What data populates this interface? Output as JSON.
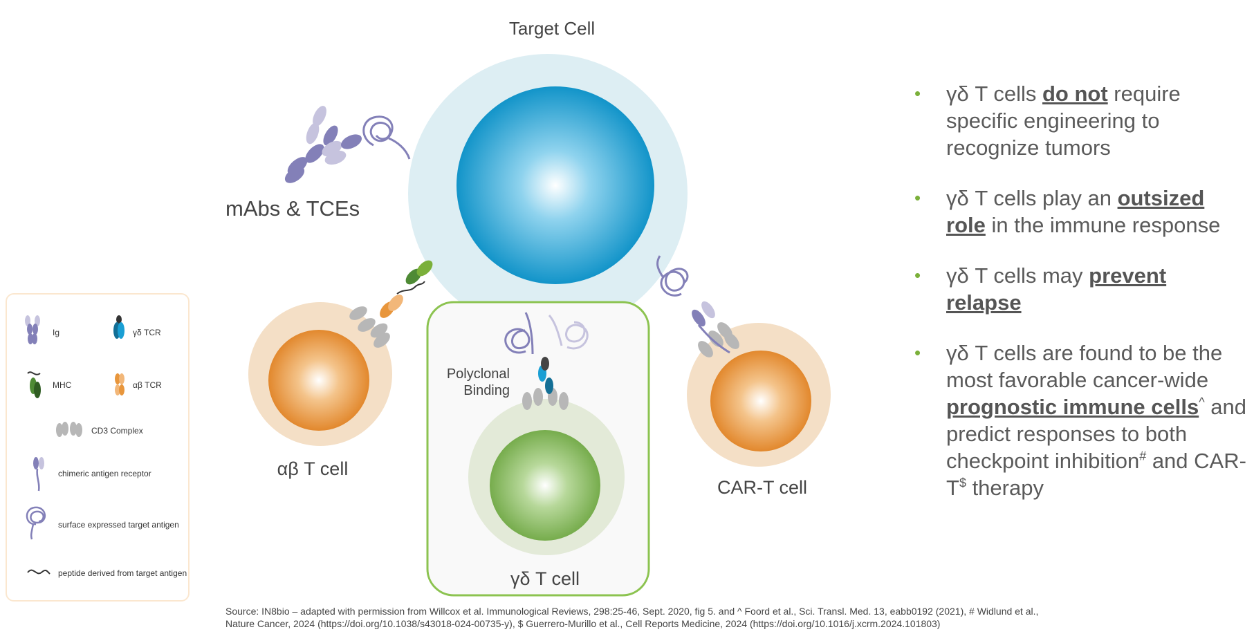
{
  "diagram": {
    "target_cell_label": "Target Cell",
    "mabs_label": "mAbs & TCEs",
    "ab_tcell_label": "αβ T cell",
    "gd_tcell_label": "γδ T cell",
    "cart_cell_label": "CAR-T cell",
    "polyclonal_line1": "Polyclonal",
    "polyclonal_line2": "Binding"
  },
  "legend": {
    "items": [
      {
        "icon": "ig-icon",
        "label": "Ig"
      },
      {
        "icon": "gd-tcr-icon",
        "label": "γδ TCR"
      },
      {
        "icon": "mhc-icon",
        "label": "MHC"
      },
      {
        "icon": "ab-tcr-icon",
        "label": "αβ TCR"
      },
      {
        "icon": "cd3-complex-icon",
        "label": "CD3 Complex"
      },
      {
        "icon": "car-icon",
        "label": "chimeric antigen receptor"
      },
      {
        "icon": "target-antigen-icon",
        "label": "surface expressed target antigen"
      },
      {
        "icon": "peptide-icon",
        "label": "peptide derived from target antigen"
      }
    ]
  },
  "bullets": {
    "b1": {
      "pre": "γδ T cells ",
      "em": "do not",
      "post": " require specific engineering to recognize tumors"
    },
    "b2": {
      "pre": "γδ T cells play an ",
      "em": "outsized role",
      "post": " in the immune response"
    },
    "b3": {
      "pre": "γδ T cells may ",
      "em": "prevent relapse",
      "post": ""
    },
    "b4": {
      "pre": "γδ T cells are found to be the most favorable cancer-wide ",
      "em": "prognostic immune cells",
      "sup1": "^",
      "mid": " and predict responses to both checkpoint inhibition",
      "sup2": "#",
      "mid2": " and CAR-T",
      "sup3": "$",
      "post": " therapy"
    }
  },
  "source": {
    "line1": "Source:  IN8bio – adapted with permission from Willcox et al. Immunological Reviews, 298:25-46, Sept. 2020, fig 5. and ^ Foord et al., Sci. Transl. Med. 13, eabb0192 (2021), # Widlund et al.,",
    "line2": "Nature Cancer, 2024 (https://doi.org/10.1038/s43018-024-00735-y), $ Guerrero-Murillo et al., Cell Reports Medicine, 2024 (https://doi.org/10.1016/j.xcrm.2024.101803)"
  },
  "colors": {
    "accent_green": "#7bb03a",
    "target_blue": "#1a9fd4",
    "orange": "#e8963c",
    "legend_border": "#fbe7cf"
  }
}
